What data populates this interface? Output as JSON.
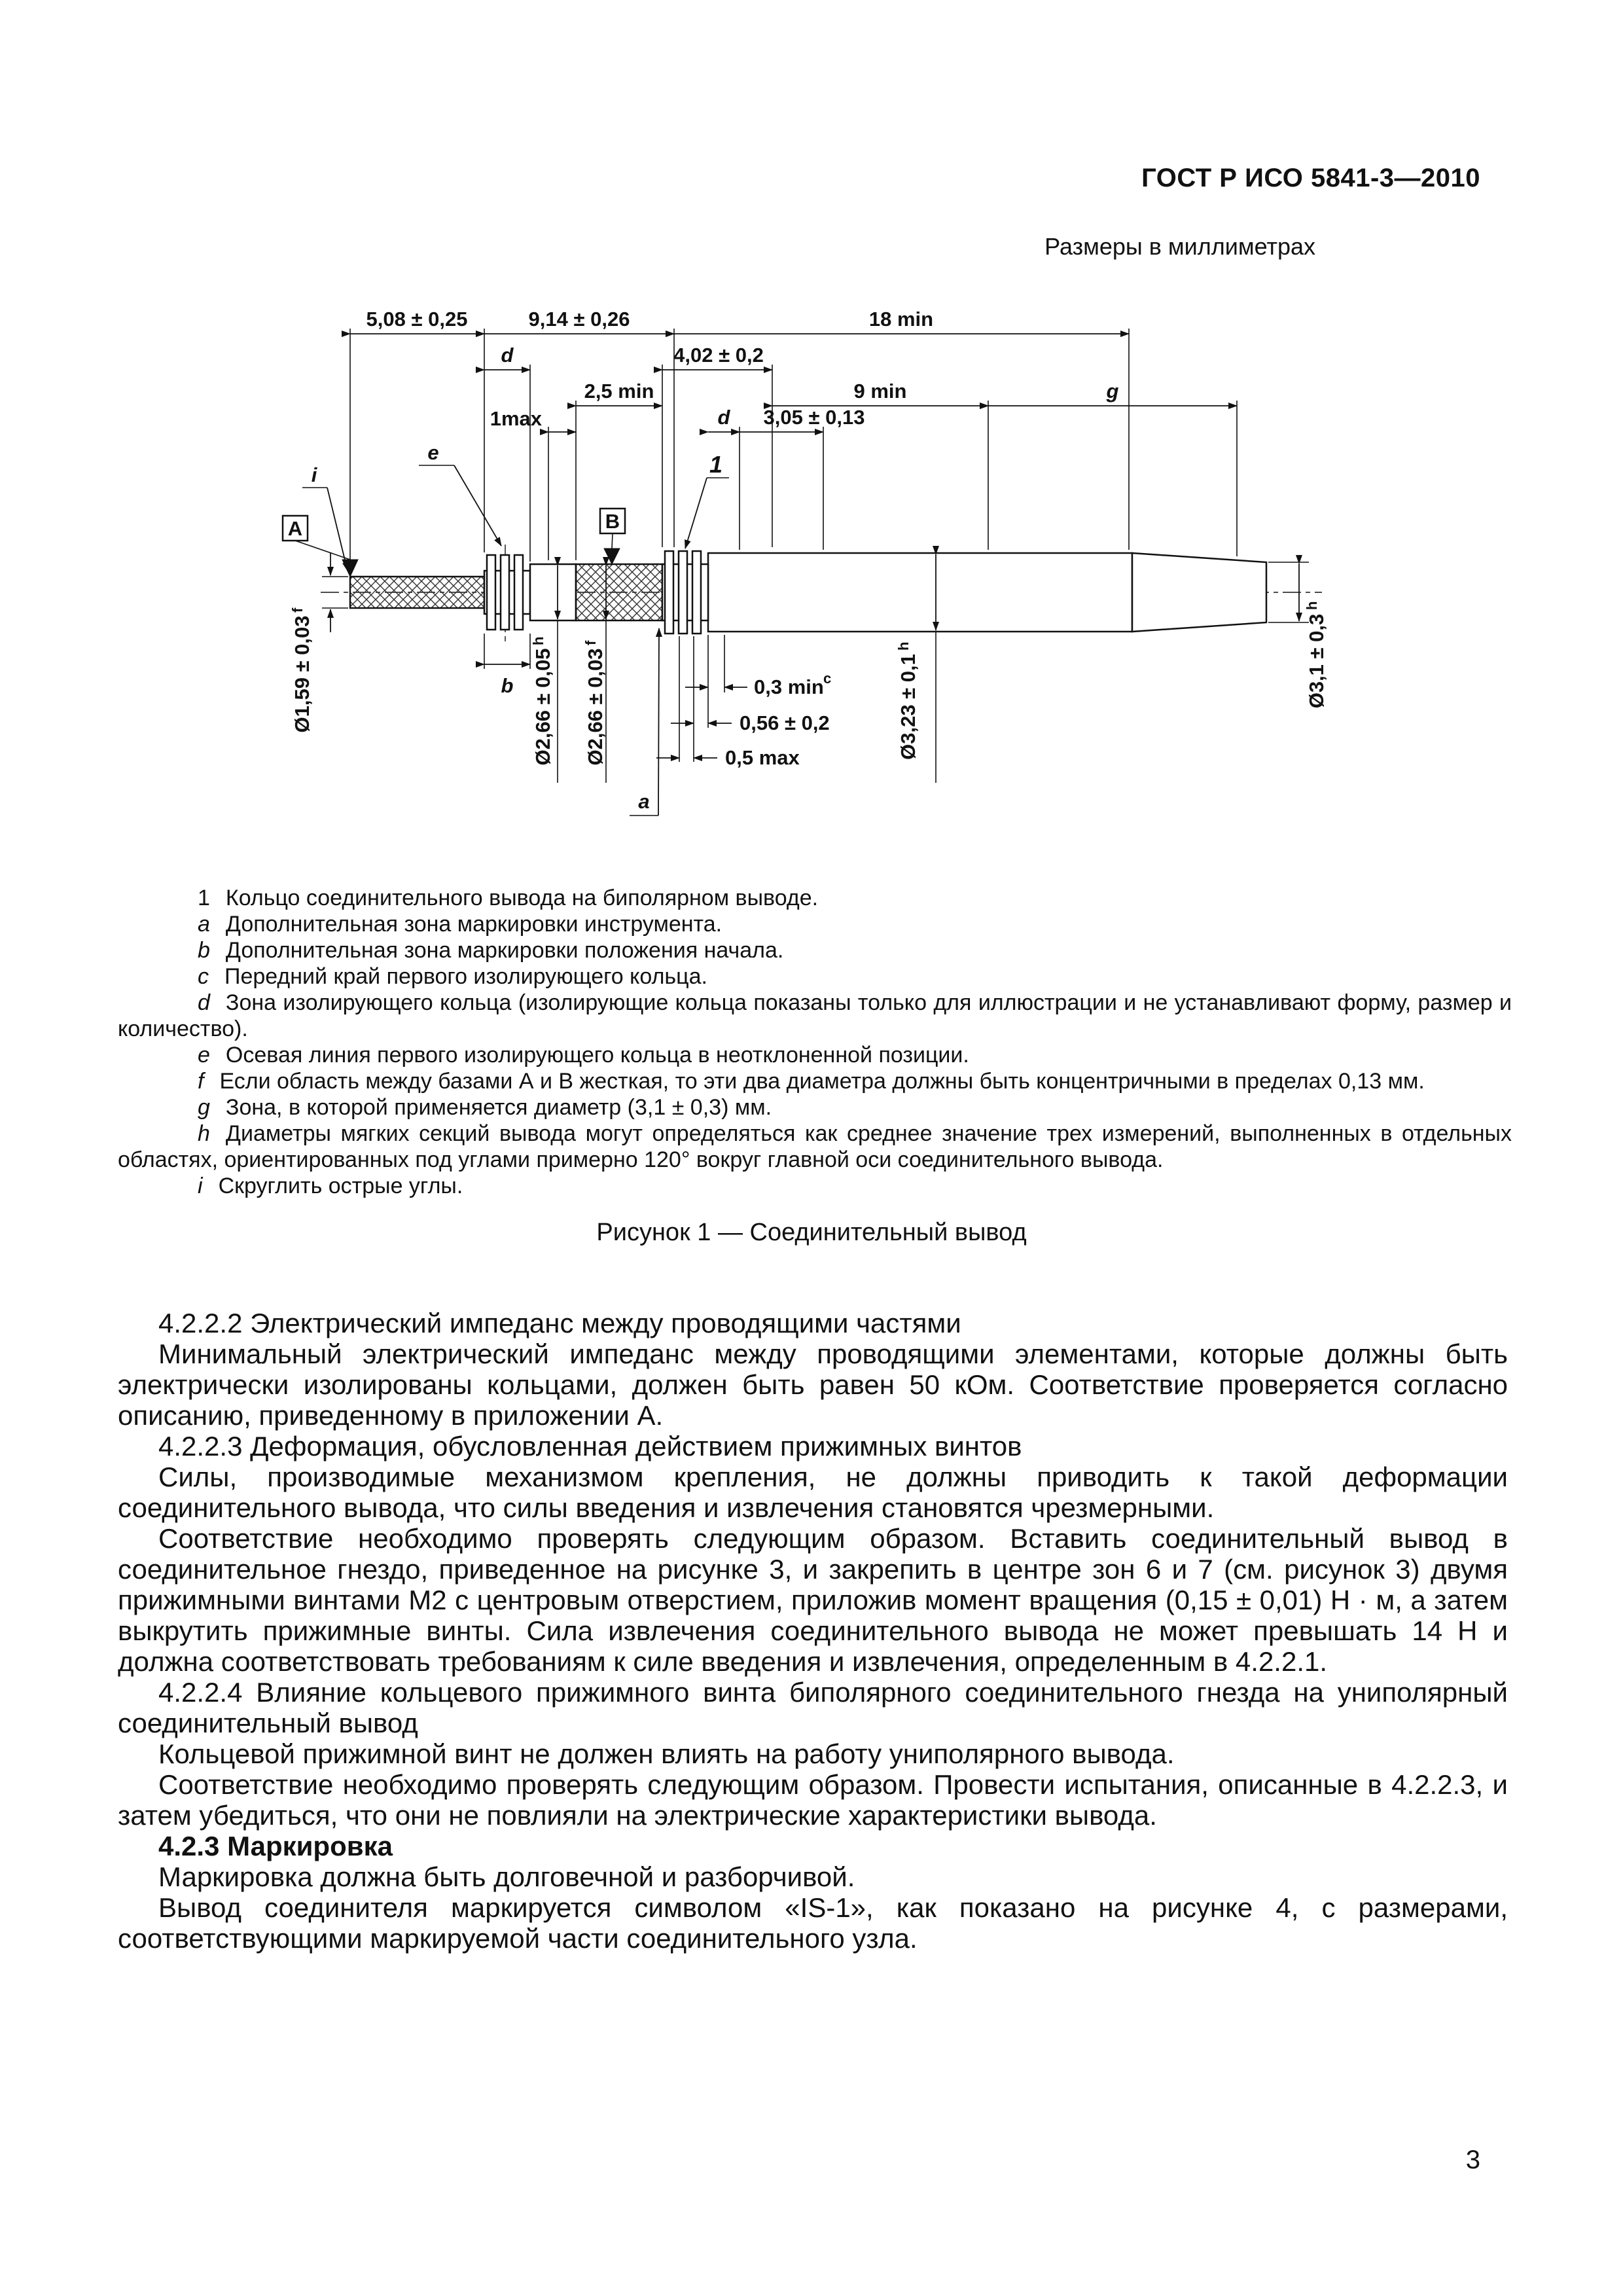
{
  "doc": {
    "header": "ГОСТ Р ИСО 5841-3—2010",
    "units_note": "Размеры в миллиметрах",
    "figure_caption": "Рисунок 1 — Соединительный вывод",
    "page_number": "3"
  },
  "figure": {
    "top_dims": {
      "len_pin": "5,08 ± 0,25",
      "len_rings": "9,14 ± 0,26",
      "len_shaft": "18 min",
      "d_left": "d",
      "len_ring": "4,02 ± 0,2",
      "len_25": "2,5 min",
      "len_9": "9 min",
      "zone_g": "g",
      "one_max": "1max",
      "d_right": "d",
      "len_305": "3,05 ± 0,13",
      "label_e": "e",
      "label_i": "i",
      "datum_a": "A",
      "datum_b": "B",
      "callout_ring": "1"
    },
    "bottom_dims": {
      "label_b": "b",
      "min_03": "0,3 min",
      "min_03_sup": "c",
      "tol_056": "0,56 ± 0,2",
      "max_05": "0,5 max",
      "label_a": "a"
    },
    "diameters": {
      "dia_pin": "Ø1,59 ± 0,03",
      "dia_pin_sup": "f",
      "dia_266h": "Ø2,66 ± 0,05",
      "dia_266h_sup": "h",
      "dia_266f": "Ø2,66 ± 0,03",
      "dia_266f_sup": "f",
      "dia_shaft": "Ø3,23 ± 0,1",
      "dia_shaft_sup": "h",
      "dia_tip": "Ø3,1 ± 0,3",
      "dia_tip_sup": "h"
    },
    "notes": [
      {
        "key": "1",
        "text": "Кольцо соединительного вывода на биполярном выводе."
      },
      {
        "key": "a",
        "text": "Дополнительная зона маркировки инструмента."
      },
      {
        "key": "b",
        "text": "Дополнительная зона маркировки положения начала."
      },
      {
        "key": "c",
        "text": "Передний край первого изолирующего кольца."
      },
      {
        "key": "d",
        "text": "Зона изолирующего кольца (изолирующие кольца показаны только для иллюстрации и не устанавливают форму, размер и количество)."
      },
      {
        "key": "e",
        "text": "Осевая линия первого изолирующего кольца в неотклоненной позиции."
      },
      {
        "key": "f",
        "text": "Если область между базами А и В жесткая, то эти два диаметра должны быть концентричными в пределах 0,13 мм."
      },
      {
        "key": "g",
        "text": "Зона, в которой применяется диаметр (3,1 ± 0,3) мм."
      },
      {
        "key": "h",
        "text": "Диаметры мягких секций вывода могут определяться как среднее значение трех измерений, выполненных в отдельных областях, ориентированных под углами примерно 120° вокруг главной оси соединительного вывода."
      },
      {
        "key": "i",
        "text": "Скруглить острые углы."
      }
    ]
  },
  "body": {
    "paragraphs": [
      {
        "text": "4.2.2.2  Электрический импеданс между проводящими частями",
        "style": "normal"
      },
      {
        "text": "Минимальный электрический импеданс между проводящими элементами, которые должны быть электрически изолированы кольцами, должен быть равен 50 кОм. Соответствие проверяется согласно описанию, приведенному в приложении А.",
        "style": "normal"
      },
      {
        "text": "4.2.2.3  Деформация, обусловленная действием прижимных винтов",
        "style": "normal"
      },
      {
        "text": "Силы, производимые механизмом крепления, не должны приводить к такой деформации соединительного вывода, что силы введения и извлечения становятся чрезмерными.",
        "style": "normal"
      },
      {
        "text": "Соответствие необходимо проверять следующим образом. Вставить соединительный вывод в соединительное гнездо, приведенное на рисунке 3, и закрепить в центре зон 6 и 7 (см. рисунок 3) двумя прижимными винтами М2 с центровым отверстием, приложив момент вращения (0,15 ± 0,01) Н · м, а затем выкрутить прижимные винты. Сила извлечения соединительного вывода не может превышать 14 Н и должна соответствовать требованиям к силе введения и извлечения, определенным в 4.2.2.1.",
        "style": "normal"
      },
      {
        "text": "4.2.2.4  Влияние кольцевого прижимного винта биполярного соединительного гнезда на униполярный соединительный вывод",
        "style": "normal"
      },
      {
        "text": "Кольцевой прижимной винт не должен влиять на работу униполярного вывода.",
        "style": "normal"
      },
      {
        "text": "Соответствие необходимо проверять следующим образом. Провести испытания, описанные в 4.2.2.3, и затем убедиться, что они не повлияли на электрические характеристики вывода.",
        "style": "normal"
      },
      {
        "text": "4.2.3  Маркировка",
        "style": "bold"
      },
      {
        "text": "Маркировка должна быть долговечной и разборчивой.",
        "style": "normal"
      },
      {
        "text": "Вывод соединителя маркируется символом «IS-1», как показано на рисунке 4, с размерами, соответствующими маркируемой части соединительного узла.",
        "style": "normal"
      }
    ]
  }
}
